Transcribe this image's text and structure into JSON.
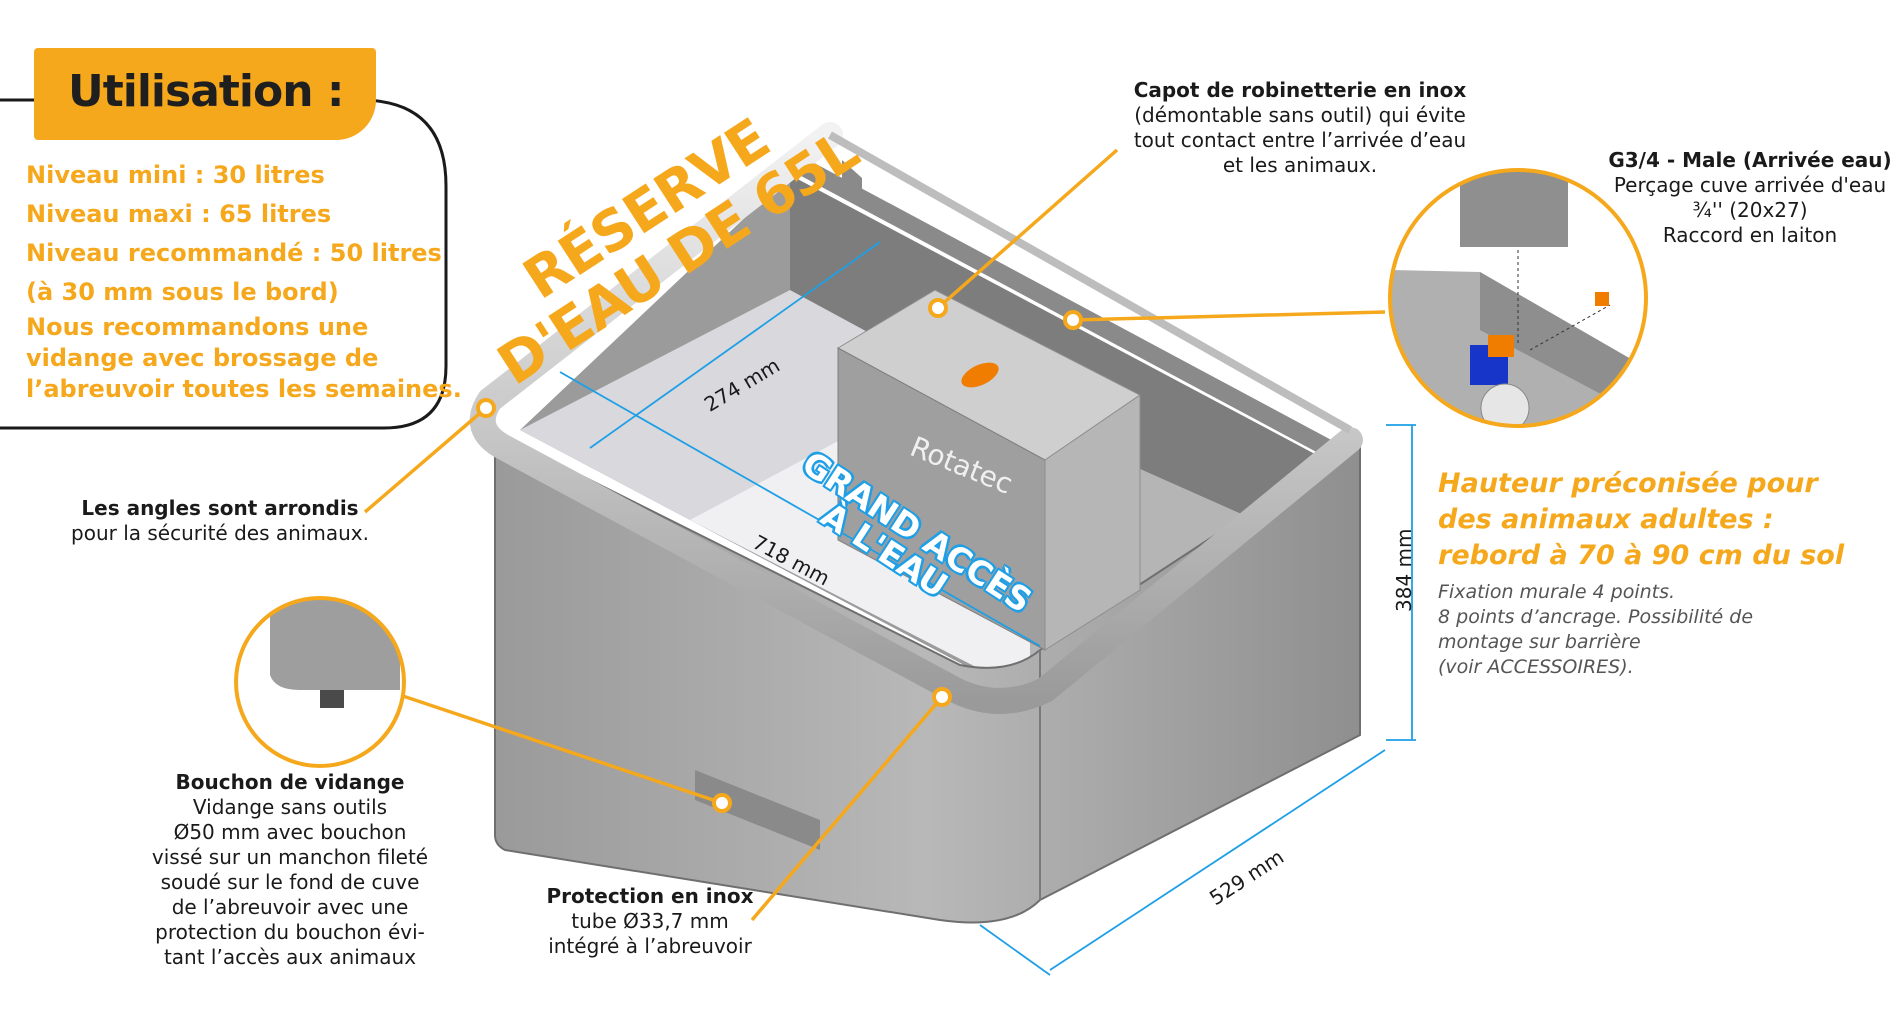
{
  "utilisation": {
    "title": "Utilisation :",
    "lines": [
      "Niveau mini : 30 litres",
      "Niveau maxi : 65 litres",
      "Niveau recommandé : 50 litres",
      "(à 30 mm sous le bord)",
      "Nous recommandons une",
      "vidange avec brossage de",
      "l’abreuvoir toutes les semaines."
    ]
  },
  "headline": {
    "line1": "RÉSERVE",
    "line2": "D'EAU DE 65L"
  },
  "badge": {
    "line1": "GRAND ACCÈS",
    "line2": "À L'EAU"
  },
  "brand": "Rotatec",
  "capot": {
    "title": "Capot de robinetterie en inox",
    "lines": [
      "(démontable sans outil) qui évite",
      "tout contact entre l’arrivée d’eau",
      "et les animaux."
    ]
  },
  "g34": {
    "title": "G3/4 - Male (Arrivée eau)",
    "lines": [
      "Perçage cuve arrivée d'eau",
      "¾'' (20x27)",
      "Raccord en laiton"
    ]
  },
  "angles": {
    "title": "Les angles sont arrondis",
    "line": "pour la sécurité des animaux."
  },
  "bouchon": {
    "title": "Bouchon de vidange",
    "lines": [
      "Vidange sans outils",
      "Ø50 mm avec bouchon",
      "vissé sur un manchon fileté",
      "soudé sur le fond de cuve",
      "de l’abreuvoir avec une",
      "protection du bouchon évi-",
      "tant l’accès aux animaux"
    ]
  },
  "protection": {
    "title": "Protection en inox",
    "lines": [
      "tube Ø33,7 mm",
      "intégré à l’abreuvoir"
    ]
  },
  "hauteur": {
    "lines": [
      "Hauteur préconisée pour",
      "des animaux adultes :",
      "rebord à 70 à 90 cm du sol"
    ]
  },
  "fixation": {
    "lines": [
      "Fixation murale 4 points.",
      "8 points d’ancrage. Possibilité de",
      "montage sur barrière",
      "(voir ACCESSOIRES)."
    ]
  },
  "dimensions": {
    "depth": "274 mm",
    "length": "718 mm",
    "height": "384 mm",
    "width": "529 mm"
  },
  "colors": {
    "accent": "#f6a81d",
    "dimension": "#1e9fe6",
    "steel": "#a8a8a8",
    "text": "#1a1a1a"
  }
}
